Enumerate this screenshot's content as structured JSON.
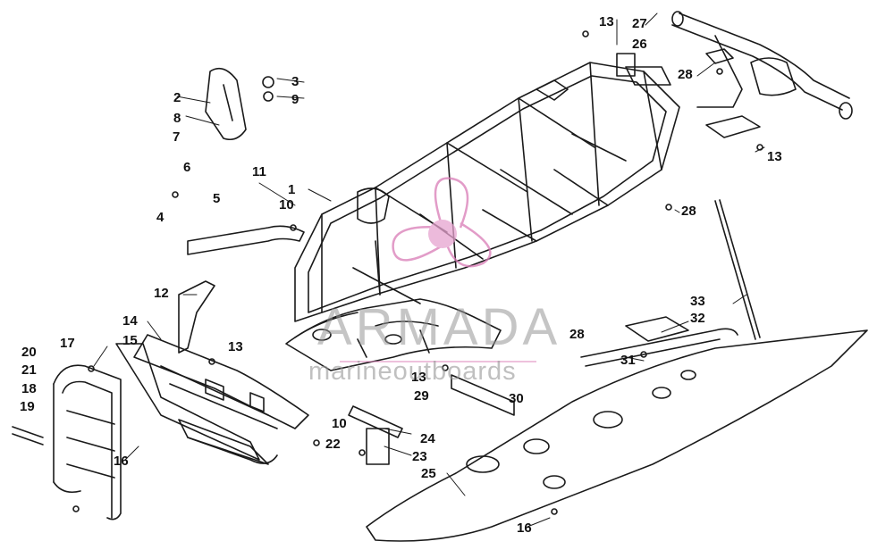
{
  "watermark": {
    "brand": "ARMADA",
    "tagline": "marineoutboards",
    "logo_color": "#e6a3cf",
    "line_color": "#d97bb6"
  },
  "diagram": {
    "ink_color": "#1a1a1a",
    "callouts": [
      "1",
      "2",
      "3",
      "4",
      "5",
      "6",
      "7",
      "8",
      "9",
      "10",
      "10",
      "11",
      "12",
      "13",
      "13",
      "13",
      "13",
      "14",
      "15",
      "16",
      "16",
      "17",
      "18",
      "19",
      "20",
      "21",
      "22",
      "23",
      "24",
      "25",
      "26",
      "27",
      "28",
      "28",
      "28",
      "29",
      "30",
      "31",
      "32",
      "33"
    ]
  }
}
